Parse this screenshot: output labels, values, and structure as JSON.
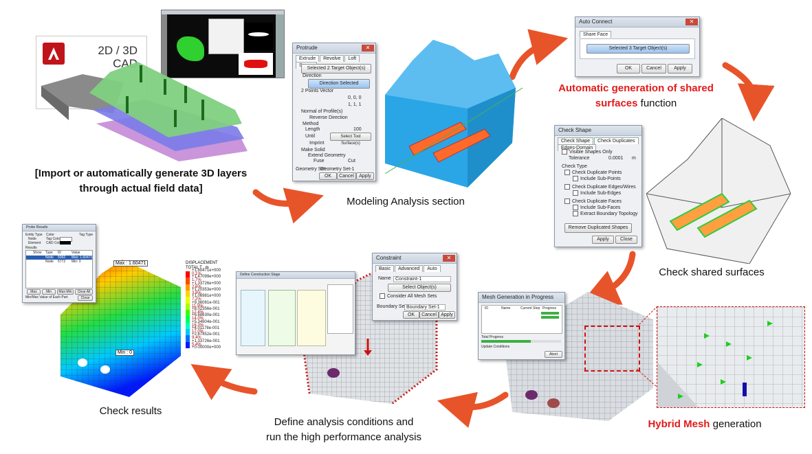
{
  "cad": {
    "label_line1": "2D / 3D",
    "label_line2": "CAD",
    "caption": "[Import or automatically generate 3D layers through actual field data]"
  },
  "modeling": {
    "caption": "Modeling Analysis section",
    "window": {
      "title": "Protrude",
      "tabs": [
        "Extrude",
        "Revolve",
        "Loft",
        "Sweep"
      ],
      "selected_btn": "Selected 2 Target Object(s)",
      "direction_group": "Direction",
      "direction_btn": "Direction Selected",
      "two_points": "2 Points Vector",
      "vec1": "0, 0, 0",
      "vec2": "1, 1, 1",
      "normal": "Normal of Profile(s)",
      "reverse": "Reverse Direction",
      "method_group": "Method",
      "length": "Length",
      "length_val": "100",
      "until": "Until",
      "select_tool": "Select Tool Surface(s)",
      "imprint": "Imprint",
      "make_solid": "Make Solid",
      "extend_geometry": "Extend Geometry",
      "fuse": "Fuse",
      "cut": "Cut",
      "geometry_set_label": "Geometry Set",
      "geometry_set_value": "Geometry Set-1",
      "ok": "OK",
      "cancel": "Cancel",
      "apply": "Apply"
    }
  },
  "auto_connect": {
    "window": {
      "title": "Auto Connect",
      "tab": "Share Face",
      "selected_btn": "Selected 3 Target Object(s)",
      "ok": "OK",
      "cancel": "Cancel",
      "apply": "Apply"
    },
    "caption_red": "Automatic generation of shared surfaces",
    "caption_black": "function"
  },
  "check_shape": {
    "window": {
      "title": "Check Shape",
      "tabs": [
        "Check Shape",
        "Check Duplicates",
        "Edges-Domain"
      ],
      "visible_shapes": "Visible Shapes Only",
      "tolerance_label": "Tolerance",
      "tolerance_value": "0.0001",
      "tolerance_unit": "m",
      "check_type": "Check Type",
      "dup_points": "Check Duplicate Points",
      "include_sub_points": "Include Sub-Points",
      "dup_edges": "Check Duplicate Edges/Wires",
      "include_sub_edges": "Include Sub-Edges",
      "dup_faces": "Check Duplicate Faces",
      "include_sub_faces": "Include Sub-Faces",
      "extract_topology": "Extract Boundary Topology",
      "remove_btn": "Remove Duplicated Shapes",
      "apply": "Apply",
      "close": "Close"
    },
    "caption": "Check shared surfaces"
  },
  "hybrid": {
    "caption_red": "Hybrid Mesh",
    "caption_black": "generation",
    "window": {
      "title": "Mesh Generation in Progress",
      "cols": [
        "ID",
        "Name",
        "Current Step",
        "Progress"
      ],
      "total_progress": "Total Progress",
      "update_label": "Update Conditions",
      "abort": "Abort"
    }
  },
  "analysis": {
    "caption_line1": "Define analysis conditions and",
    "caption_line2": "run the high performance analysis",
    "constraint": {
      "title": "Constraint",
      "tabs": [
        "Basic",
        "Advanced",
        "Auto"
      ],
      "name_label": "Name",
      "name_value": "Constraint-1",
      "select_btn": "Select Object(s)",
      "consider_all": "Consider All Mesh Sets",
      "boundary_label": "Boundary Set",
      "boundary_value": "Boundary Set-1",
      "ok": "OK",
      "cancel": "Cancel",
      "apply": "Apply"
    },
    "define_window": {
      "title": "Define Construction Stage"
    }
  },
  "results": {
    "caption": "Check results",
    "max_label": "Max : 1.60471",
    "min_label": "Min : 0",
    "legend_title": "DISPLACEMENT",
    "legend_sub": "TOTAL T , m",
    "legend_values": [
      "+1.60471e+000",
      "+1.47099e+000",
      "+1.33726e+000",
      "+1.20353e+000",
      "+1.06981e+000",
      "+9.36081e-001",
      "+8.02356e-001",
      "+6.68630e-001",
      "+5.34904e-001",
      "+4.01178e-001",
      "+2.67452e-001",
      "+1.33726e-001",
      "+0.00000e+000"
    ],
    "legend_pcts": [
      "0.1%",
      "1.7%",
      "2.6%",
      "3.8%",
      "7.2%",
      "11.9%",
      "12.4%",
      "14.0%",
      "16.3%",
      "17.0%",
      "9.4%",
      "5.4%"
    ],
    "legend_colors": [
      "#ff0000",
      "#ff4a00",
      "#ff9a00",
      "#ffd400",
      "#e8ff00",
      "#a6ff00",
      "#38ff00",
      "#00ff52",
      "#00ffbf",
      "#00c8ff",
      "#0070ff",
      "#0018ff"
    ],
    "probe": {
      "title": "Probe Results",
      "entity_type": "Entity Type",
      "node": "Node",
      "element": "Element",
      "color": "Color",
      "tag_color": "Tag Color",
      "cad_color": "CAD Color",
      "tag_type": "Tag Type",
      "results": "Results",
      "cols": [
        "Show",
        "Type",
        "ID",
        "Value"
      ],
      "rows": [
        [
          "Node",
          "5092",
          "Max: 1.60471"
        ],
        [
          "Node",
          "5772",
          "Min: 0"
        ]
      ],
      "btns": [
        "Max",
        "Min",
        "Max-Min",
        "Clear All"
      ],
      "checkbox": "Min/Max Value of Each Part",
      "close": "Close"
    }
  },
  "colors": {
    "arrow": "#e8542a",
    "caption_red": "#e21b1b"
  }
}
